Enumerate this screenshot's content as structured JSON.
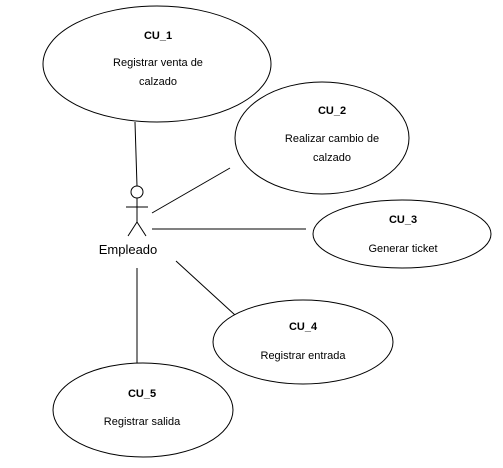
{
  "actor": {
    "name": "Empleado"
  },
  "use_cases": [
    {
      "id": "CU_1",
      "lines": [
        "Registrar venta de",
        "calzado"
      ]
    },
    {
      "id": "CU_2",
      "lines": [
        "Realizar cambio de",
        "calzado"
      ]
    },
    {
      "id": "CU_3",
      "lines": [
        "Generar ticket"
      ]
    },
    {
      "id": "CU_4",
      "lines": [
        "Registrar entrada"
      ]
    },
    {
      "id": "CU_5",
      "lines": [
        "Registrar salida"
      ]
    }
  ]
}
